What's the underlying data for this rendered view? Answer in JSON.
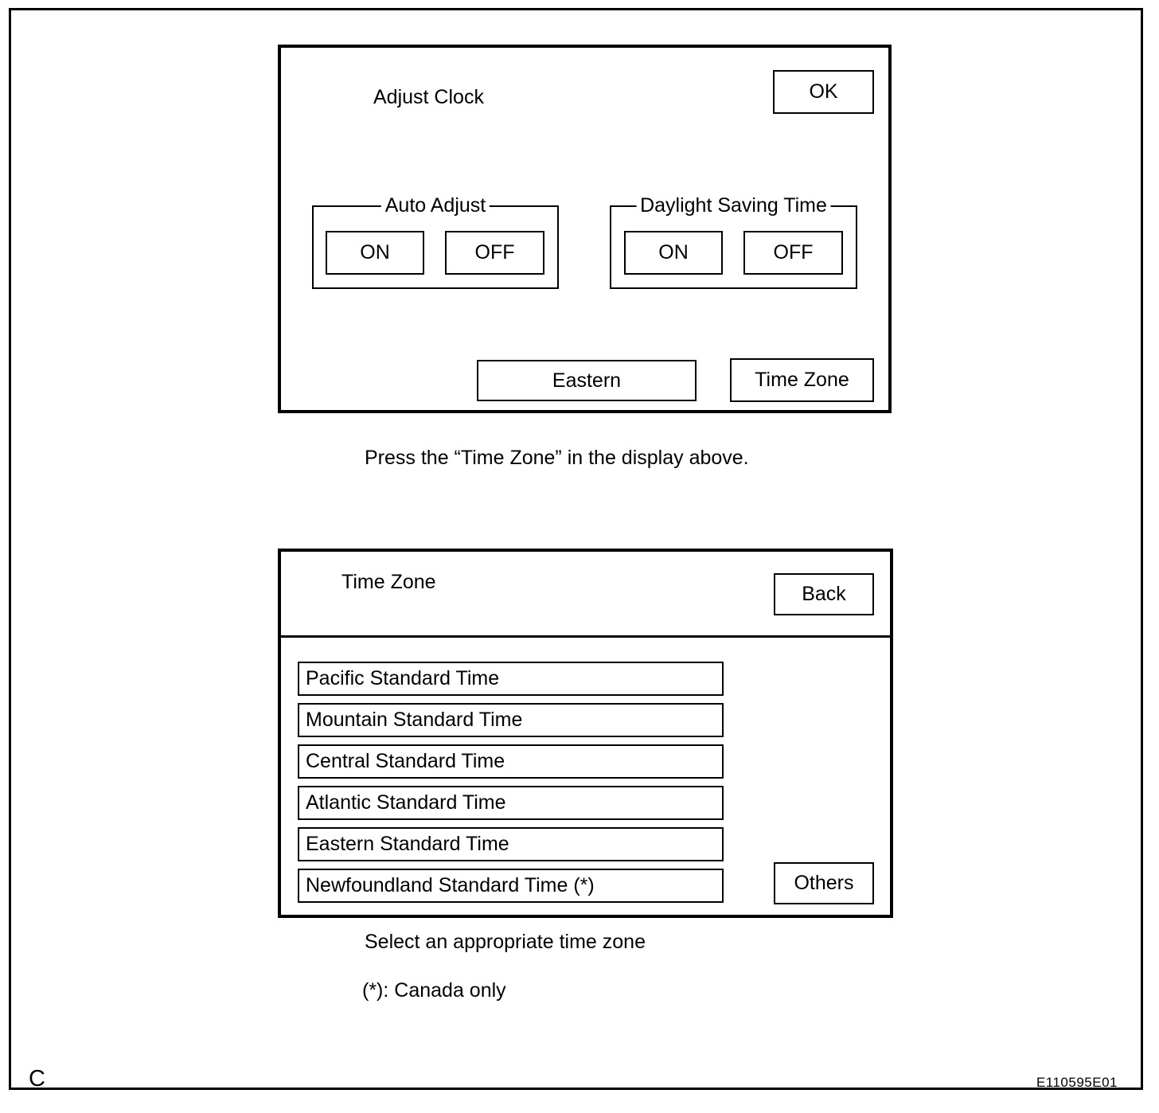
{
  "figure": {
    "footer_left": "C",
    "footer_right": "E110595E01"
  },
  "adjust_clock_screen": {
    "title": "Adjust Clock",
    "ok_button": "OK",
    "auto_adjust_group": {
      "label": "Auto Adjust",
      "on_button": "ON",
      "off_button": "OFF"
    },
    "daylight_saving_group": {
      "label": "Daylight Saving Time",
      "on_button": "ON",
      "off_button": "OFF"
    },
    "current_zone_button": "Eastern",
    "time_zone_button": "Time Zone"
  },
  "instruction_press": "Press the “Time Zone” in the display above.",
  "time_zone_screen": {
    "title": "Time Zone",
    "back_button": "Back",
    "zones": [
      "Pacific Standard Time",
      "Mountain Standard Time",
      "Central Standard Time",
      "Atlantic Standard Time",
      "Eastern Standard Time",
      "Newfoundland Standard Time (*)"
    ],
    "others_button": "Others"
  },
  "instruction_select": "Select an appropriate time zone",
  "note_canada": "(*): Canada only"
}
